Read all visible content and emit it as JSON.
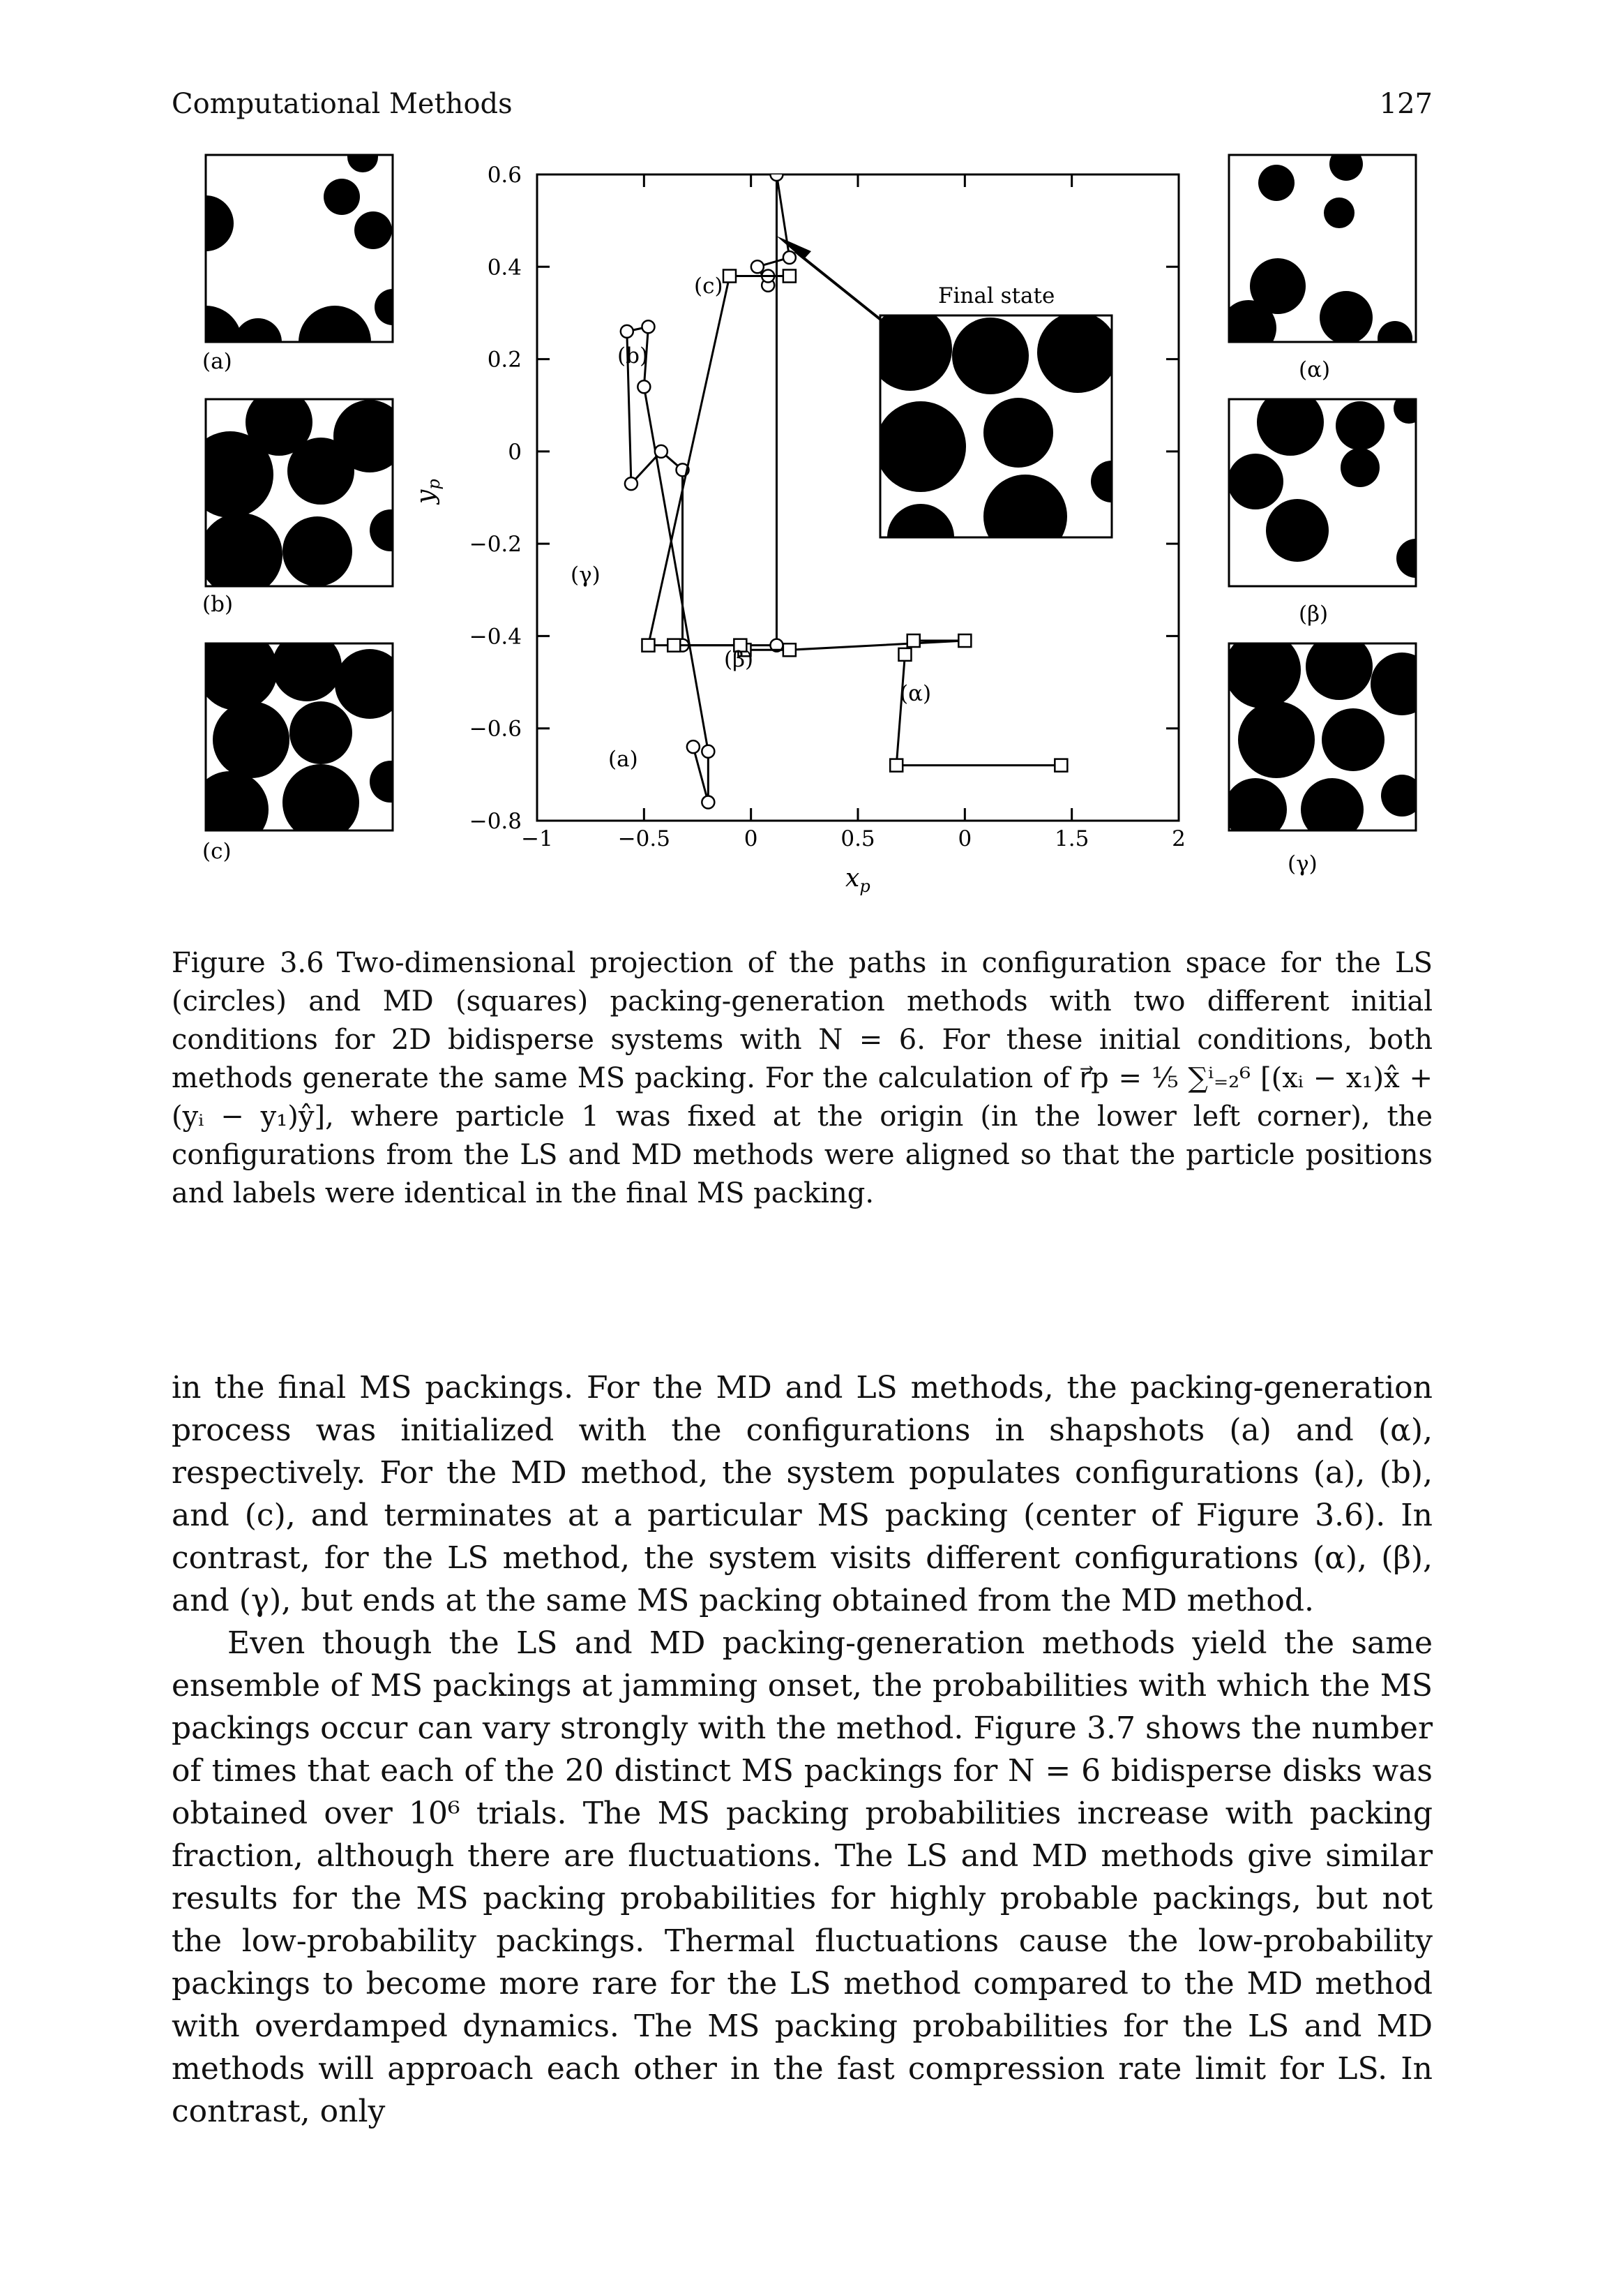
{
  "header": {
    "running_title": "Computational Methods",
    "page_number": "127"
  },
  "figure": {
    "panel_labels_left": [
      "(a)",
      "(b)",
      "(c)"
    ],
    "panel_labels_right": [
      "(α)",
      "(β)",
      "(γ)"
    ],
    "final_state_label": "Final state",
    "path_labels": {
      "a": "(a)",
      "b": "(b)",
      "c": "(c)",
      "alpha": "(α)",
      "beta": "(β)",
      "gamma": "(γ)"
    }
  },
  "chart_data": {
    "type": "line",
    "xlabel": "x_p",
    "ylabel": "y_p",
    "xlim": [
      -1,
      2
    ],
    "ylim": [
      -0.8,
      0.6
    ],
    "x_ticks": [
      "−1",
      "−0.5",
      "0",
      "0.5",
      "0",
      "1.5",
      "2"
    ],
    "x_tick_values": [
      -1,
      -0.5,
      0,
      0.5,
      1,
      1.5,
      2
    ],
    "y_ticks": [
      "0.6",
      "0.4",
      "0.2",
      "0",
      "−0.2",
      "−0.4",
      "−0.6",
      "−0.8"
    ],
    "y_tick_values": [
      0.6,
      0.4,
      0.2,
      0,
      -0.2,
      -0.4,
      -0.6,
      -0.8
    ],
    "series": [
      {
        "marker": "circle",
        "x": [
          -0.27,
          -0.2,
          -0.2,
          -0.5,
          -0.48,
          -0.58,
          -0.56,
          -0.42,
          -0.32,
          -0.32,
          0.12,
          0.12,
          0.18,
          0.03,
          0.08,
          0.08
        ],
        "y": [
          -0.64,
          -0.76,
          -0.65,
          0.14,
          0.27,
          0.26,
          -0.07,
          0.0,
          -0.04,
          -0.42,
          -0.42,
          0.6,
          0.42,
          0.4,
          0.36,
          0.38
        ]
      },
      {
        "marker": "square",
        "x": [
          1.45,
          0.68,
          0.72,
          0.76,
          1.0,
          0.18,
          -0.03,
          -0.05,
          -0.36,
          -0.48,
          -0.1,
          0.18
        ],
        "y": [
          -0.68,
          -0.68,
          -0.44,
          -0.41,
          -0.41,
          -0.43,
          -0.43,
          -0.42,
          -0.42,
          -0.42,
          0.38,
          0.38
        ]
      }
    ]
  },
  "caption": {
    "label": "Figure 3.6",
    "text": "Two-dimensional projection of the paths in configuration space for the LS (circles) and MD (squares) packing-generation methods with two different initial conditions for 2D bidisperse systems with N = 6. For these initial conditions, both methods generate the same MS packing. For the calculation of r⃗p = ⅕ ∑ⁱ₌₂⁶ [(xᵢ − x₁)x̂ + (yᵢ − y₁)ŷ], where particle 1 was fixed at the origin (in the lower left corner), the configurations from the LS and MD methods were aligned so that the particle positions and labels were identical in the final MS packing."
  },
  "body": {
    "paragraphs": [
      "in the final MS packings. For the MD and LS methods, the packing-generation process was initialized with the configurations in shapshots (a) and (α), respectively. For the MD method, the system populates configurations (a), (b), and (c), and terminates at a particular MS packing (center of Figure 3.6). In contrast, for the LS method, the system visits different configurations (α), (β), and (γ), but ends at the same MS packing obtained from the MD method.",
      "Even though the LS and MD packing-generation methods yield the same ensemble of MS packings at jamming onset, the probabilities with which the MS packings occur can vary strongly with the method. Figure 3.7 shows the number of times that each of the 20 distinct MS packings for N = 6 bidisperse disks was obtained over 10⁶ trials. The MS packing probabilities increase with packing fraction, although there are fluctuations. The LS and MD methods give similar results for the MS packing probabilities for highly probable packings, but not the low-probability packings. Thermal fluctuations cause the low-probability packings to become more rare for the LS method compared to the MD method with overdamped dynamics. The MS packing probabilities for the LS and MD methods will approach each other in the fast compression rate limit for LS. In contrast, only"
    ]
  }
}
